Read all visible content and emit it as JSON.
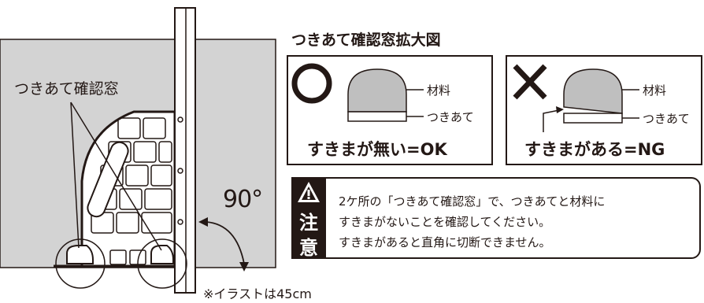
{
  "illustration": {
    "window_label": "つきあて確認窓",
    "angle_label": "90°",
    "note": "※イラストは45cm"
  },
  "zoom": {
    "title": "つきあて確認窓拡大図",
    "ok": {
      "symbol": "circle-symbol",
      "material_label": "材料",
      "stopper_label": "つきあて",
      "caption": "すきまが無い=OK"
    },
    "ng": {
      "symbol": "cross-symbol",
      "material_label": "材料",
      "stopper_label": "つきあて",
      "caption": "すきまがある=NG"
    }
  },
  "warning": {
    "icon": "warning-triangle-icon",
    "kanji1": "注",
    "kanji2": "意",
    "lines": [
      "2ケ所の「つきあて確認窓」で、つきあてと材料に",
      "すきまがないことを確認してください。",
      "すきまがあると直角に切断できません。"
    ]
  }
}
